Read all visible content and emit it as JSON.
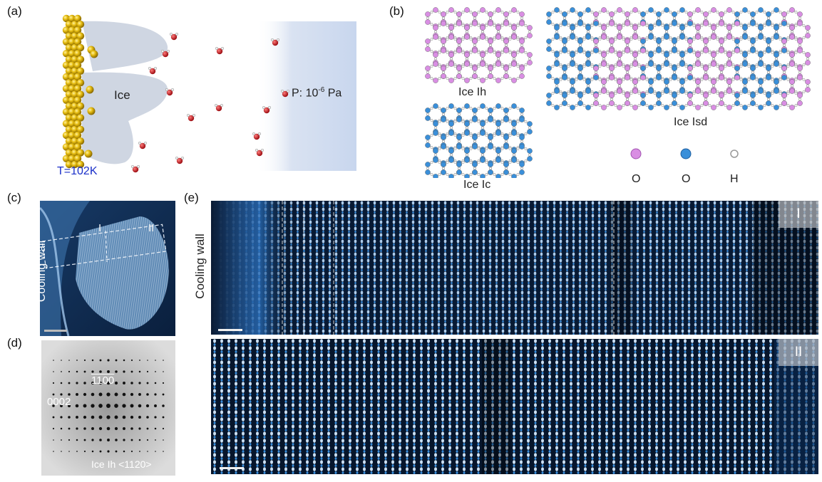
{
  "panels": {
    "a": {
      "label": "(a)",
      "ice_text": "Ice",
      "pressure_prefix": "P: 10",
      "pressure_exp": "-6",
      "pressure_suffix": " Pa",
      "temperature": "T=102K"
    },
    "b": {
      "label": "(b)",
      "ice_ih": "Ice Ih",
      "ice_ic": "Ice Ic",
      "ice_isd": "Ice Isd",
      "legend": [
        {
          "symbol": "O",
          "color": "#d98ee3"
        },
        {
          "symbol": "O",
          "color": "#3a8fd9"
        },
        {
          "symbol": "H",
          "color": "#ffffff"
        }
      ]
    },
    "c": {
      "label": "(c)",
      "side_text": "Cooling wall",
      "region_1": "I",
      "region_2": "II"
    },
    "d": {
      "label": "(d)",
      "reflection_top": "1100",
      "reflection_left": "0002",
      "zone_axis": "Ice Ih <1120>"
    },
    "e": {
      "label": "(e)",
      "side_text": "Cooling wall",
      "region_1": "I",
      "region_2": "II"
    }
  },
  "colors": {
    "gold": "#e2b80c",
    "ice_shape": "#cdd5e1",
    "oxygen_red": "#c0141b",
    "vacuum_blue": "#cfdaec",
    "micrograph_blue": "#2e8ee0"
  }
}
